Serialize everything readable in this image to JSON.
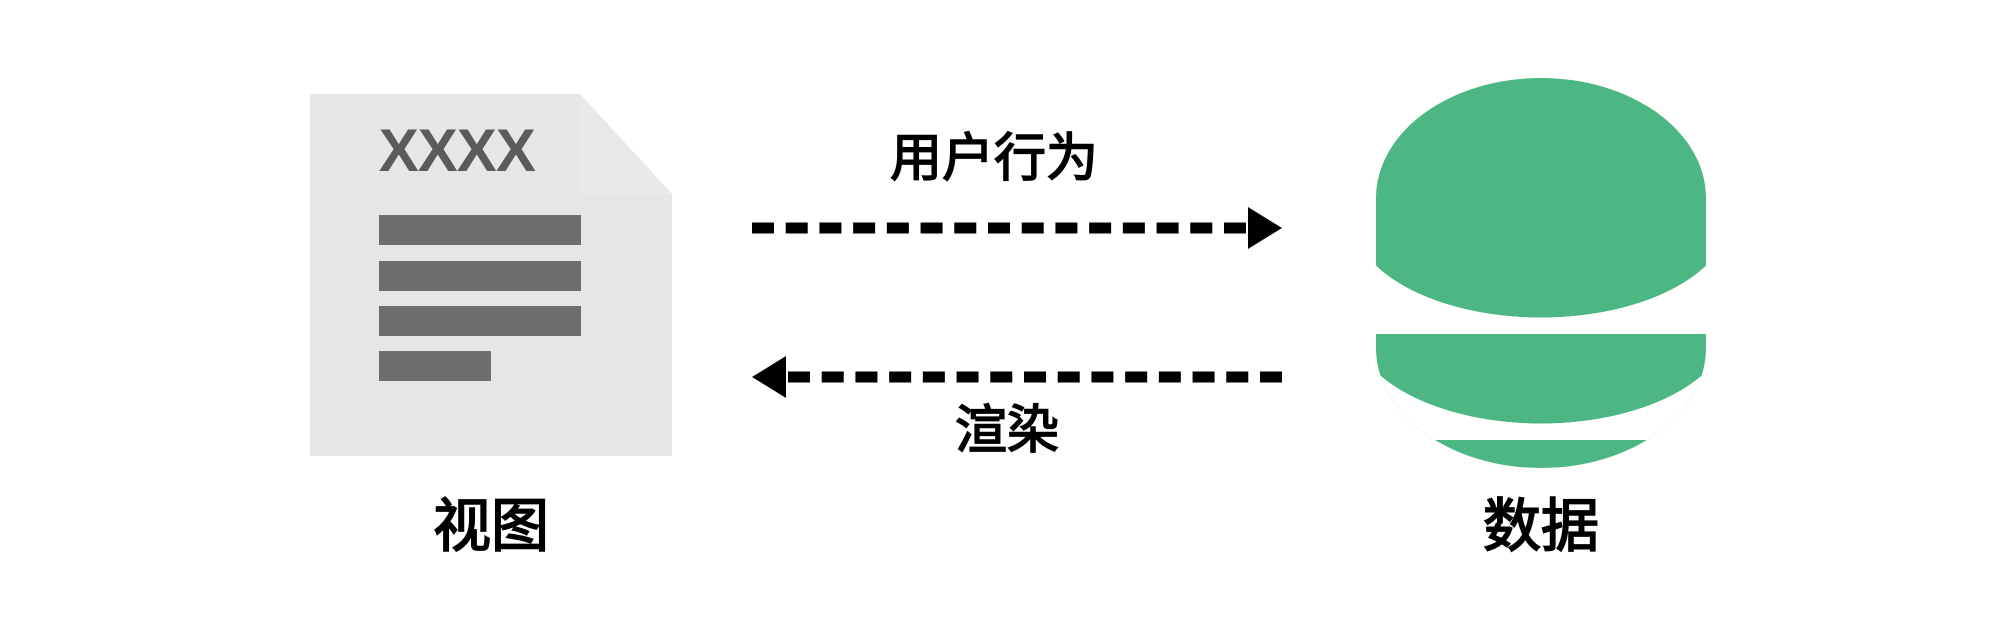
{
  "diagram": {
    "type": "two-node-bidirectional-flow",
    "background_color": "#ffffff",
    "nodes": [
      {
        "id": "view",
        "caption": "视图",
        "icon": "document-icon",
        "document": {
          "title_text": "XXXX",
          "body_color": "#e6e6e6",
          "fold_color": "#e8e8e8",
          "title_color": "#5b5b5b",
          "line_color": "#6e6e6e",
          "line_count": 4
        }
      },
      {
        "id": "data",
        "caption": "数据",
        "icon": "database-cylinder-icon",
        "database": {
          "fill_color": "#4cb782",
          "band_color": "#ffffff",
          "band_count": 2
        }
      }
    ],
    "flows": [
      {
        "id": "user-action",
        "label": "用户行为",
        "direction": "view-to-data",
        "arrow_direction": "right",
        "line_style": "dashed",
        "color": "#000000",
        "label_position": "above"
      },
      {
        "id": "render",
        "label": "渲染",
        "direction": "data-to-view",
        "arrow_direction": "left",
        "line_style": "dashed",
        "color": "#000000",
        "label_position": "below"
      }
    ]
  }
}
